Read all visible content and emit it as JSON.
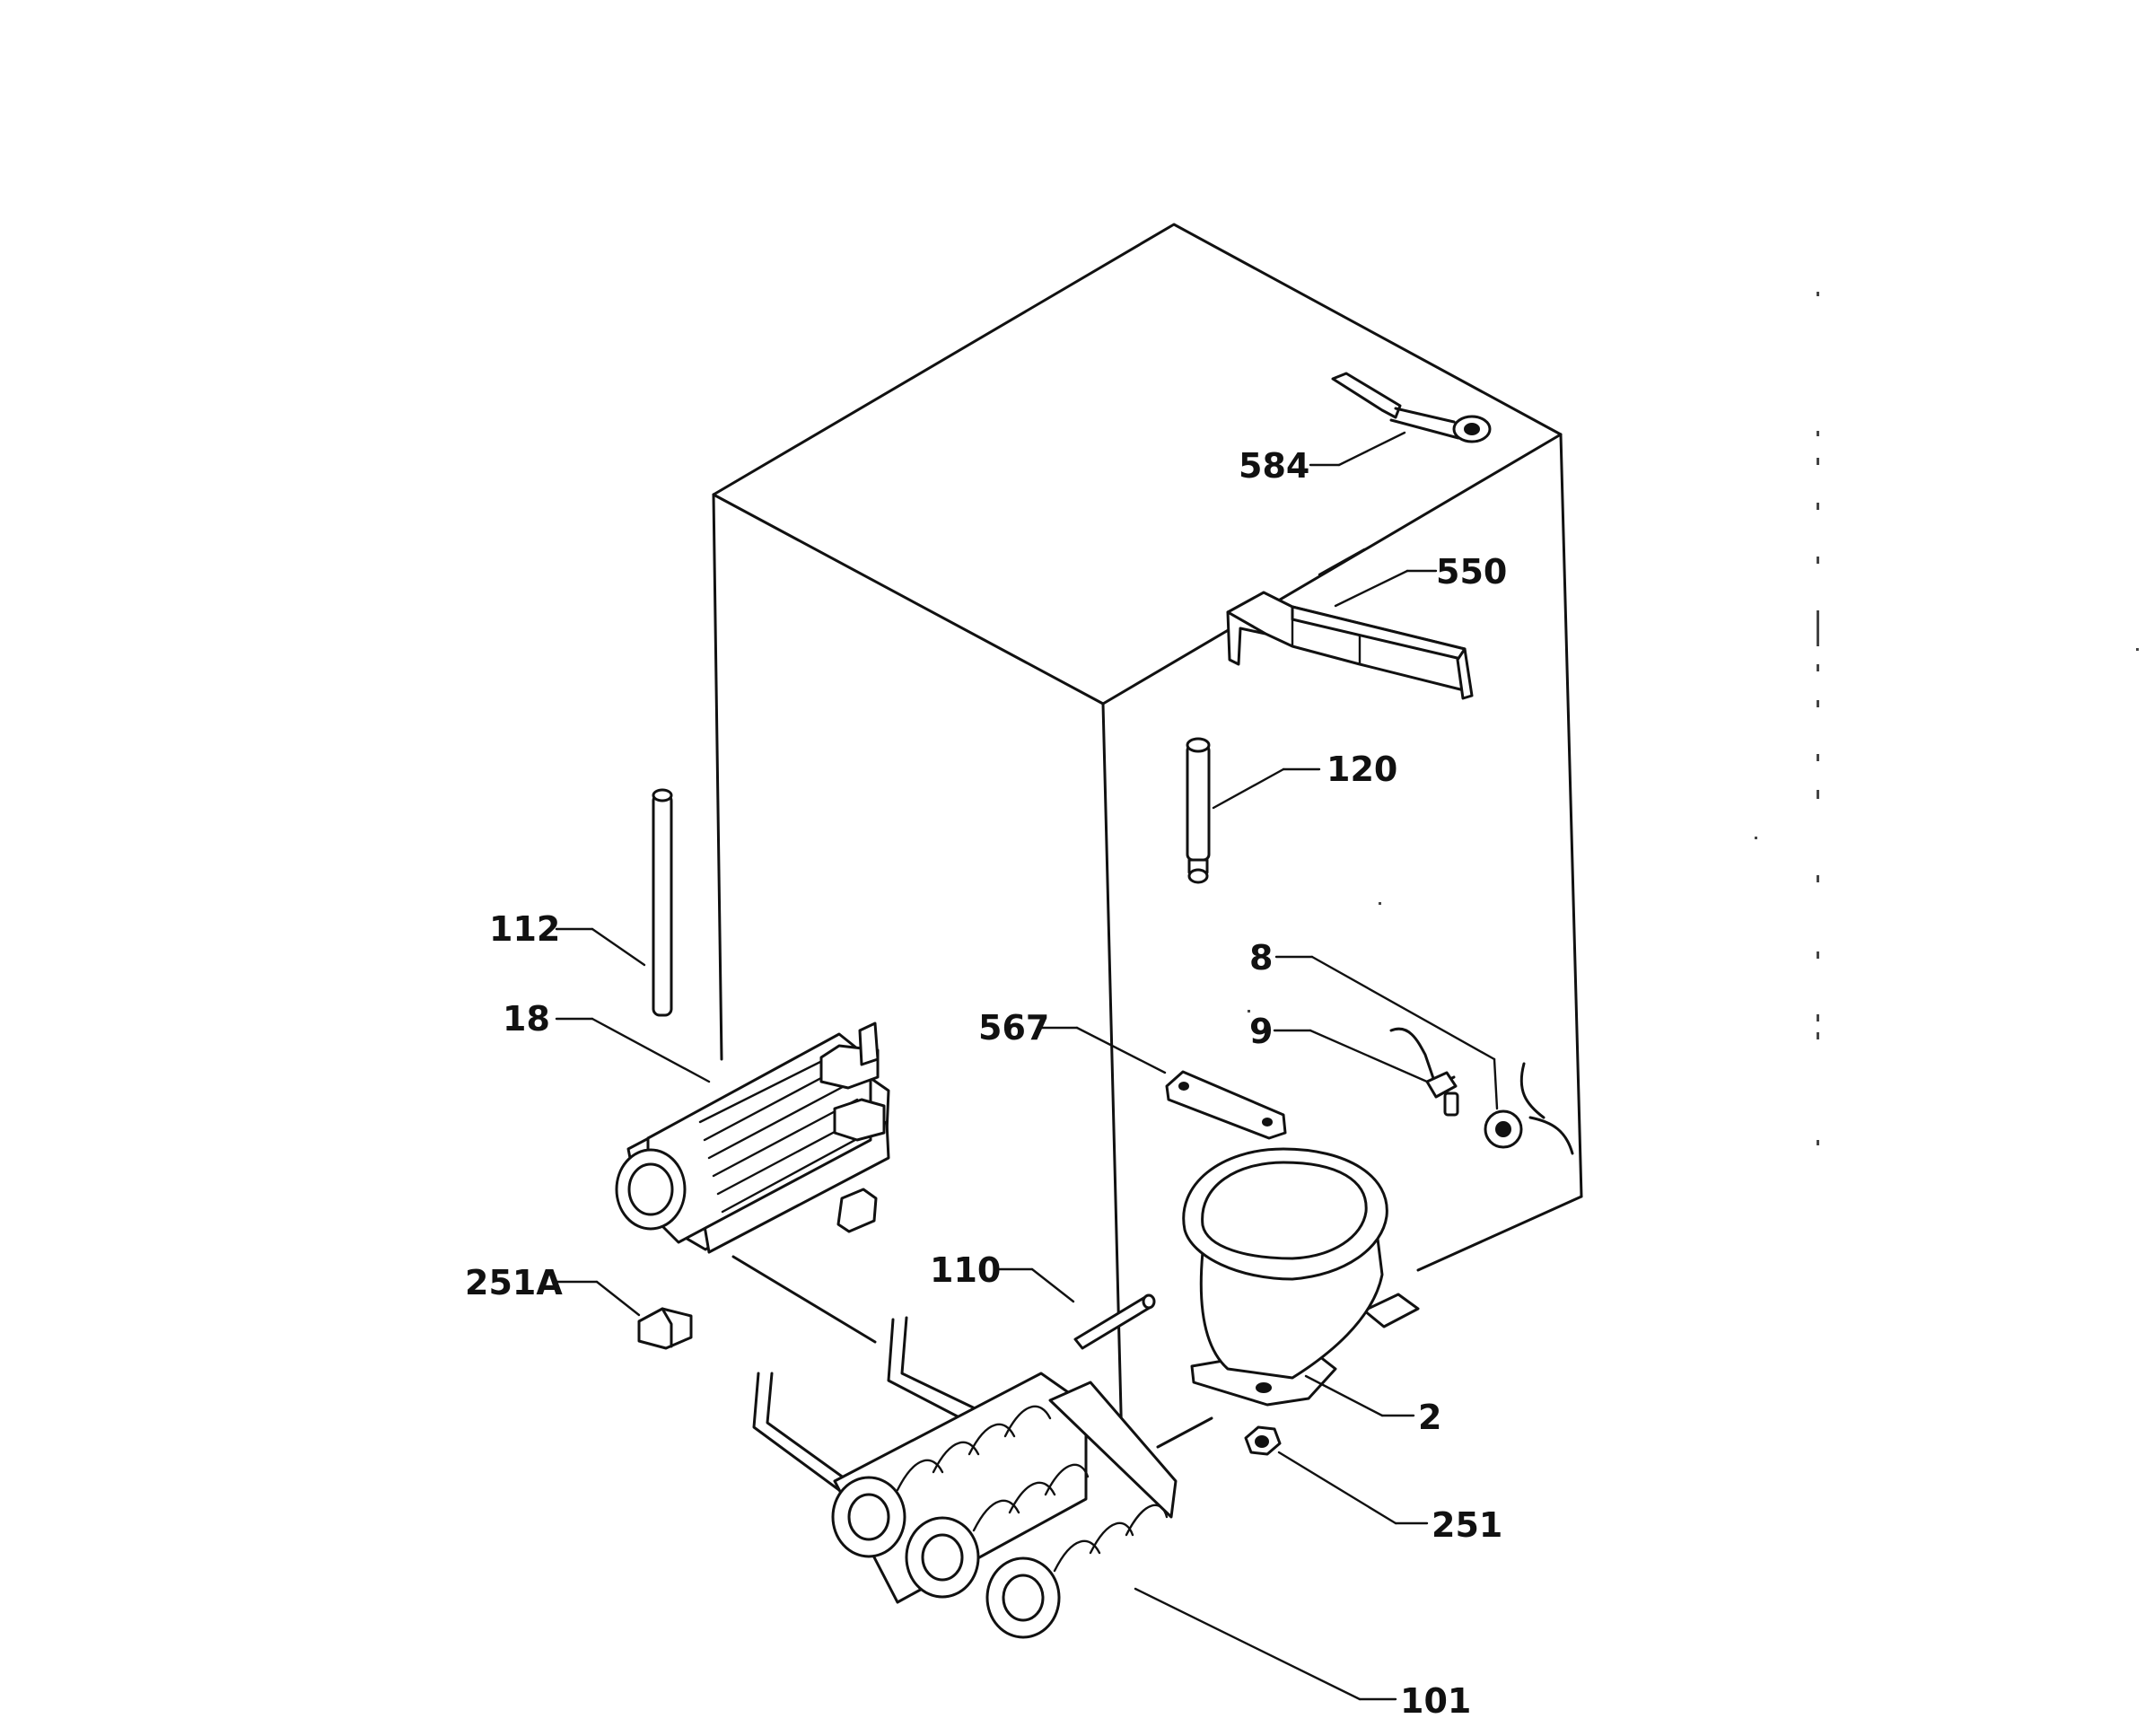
{
  "labels": {
    "l584": "584",
    "l550": "550",
    "l120": "120",
    "l112": "112",
    "l18": "18",
    "l567": "567",
    "l8": "8",
    "l9": "9",
    "l251A": "251A",
    "l110": "110",
    "l2": "2",
    "l251": "251",
    "l101": "101"
  },
  "colors": {
    "line": "#111111",
    "background": "#ffffff"
  }
}
